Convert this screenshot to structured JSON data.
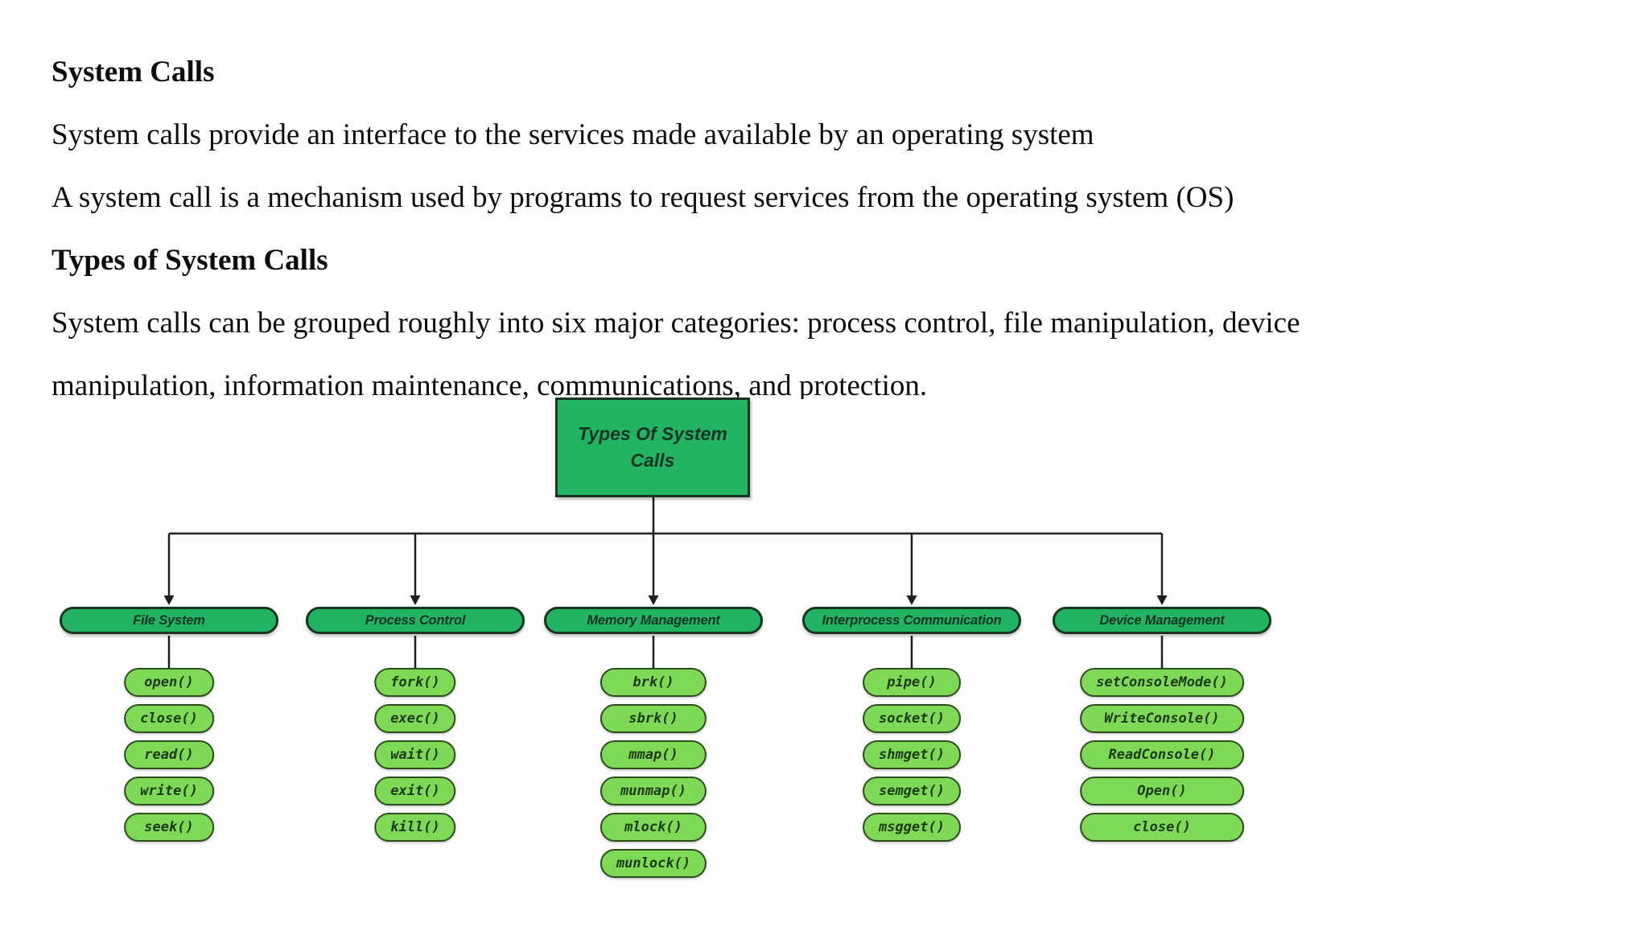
{
  "document": {
    "heading1": "System Calls",
    "para1": "System calls provide an interface to the services made available by an operating system",
    "para2": "A system call is a mechanism used by programs to request services from the operating system (OS)",
    "heading2": "Types of System Calls",
    "para3_line1": "System calls can be grouped roughly into six major categories: process control, file manipulation, device",
    "para3_line2": "manipulation, information maintenance, communications, and protection."
  },
  "diagram": {
    "root_label": "Types Of System Calls",
    "colors": {
      "node_green": "#22b365",
      "leaf_green": "#7ed957",
      "node_border": "#16361f",
      "leaf_border": "#2e4d1c",
      "node_text": "#0e3420",
      "leaf_text": "#1c3a11",
      "line": "#1f1f1f"
    },
    "categories": [
      {
        "label": "File System",
        "calls": [
          "open()",
          "close()",
          "read()",
          "write()",
          "seek()"
        ]
      },
      {
        "label": "Process Control",
        "calls": [
          "fork()",
          "exec()",
          "wait()",
          "exit()",
          "kill()"
        ]
      },
      {
        "label": "Memory Management",
        "calls": [
          "brk()",
          "sbrk()",
          "mmap()",
          "munmap()",
          "mlock()",
          "munlock()"
        ]
      },
      {
        "label": "Interprocess Communication",
        "calls": [
          "pipe()",
          "socket()",
          "shmget()",
          "semget()",
          "msgget()"
        ]
      },
      {
        "label": "Device Management",
        "calls": [
          "setConsoleMode()",
          "WriteConsole()",
          "ReadConsole()",
          "Open()",
          "close()"
        ]
      }
    ]
  }
}
